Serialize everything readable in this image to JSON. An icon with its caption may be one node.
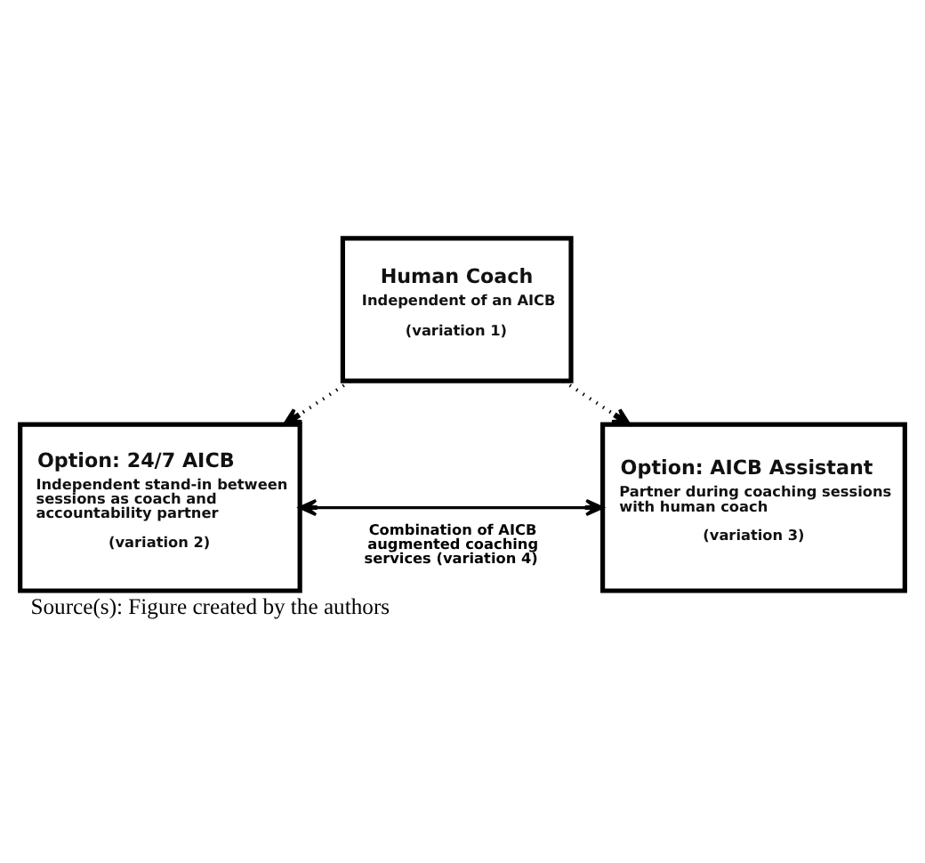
{
  "diagram": {
    "caption": "Source(s): Figure created by the authors",
    "nodes": [
      {
        "text": [
          "Human Coach",
          "Independent of an AICB",
          "(variation 1)"
        ]
      },
      {
        "text": [
          "Option: 24/7 AICB",
          "Independent stand-in between sessions as coach and accountability partner",
          "(variation 2)"
        ]
      },
      {
        "text": [
          "Option: AICB Assistant",
          "Partner during coaching sessions with human coach",
          "(variation 3)"
        ]
      }
    ],
    "edges": [
      {
        "from": 0,
        "to": 1,
        "arrow": "to",
        "style": "dashed"
      },
      {
        "from": 0,
        "to": 2,
        "arrow": "to",
        "style": "dashed"
      },
      {
        "from": 1,
        "to": 2,
        "arrow": "both",
        "label": "Combination of AICB augmented coaching services (variation 4)"
      }
    ]
  }
}
